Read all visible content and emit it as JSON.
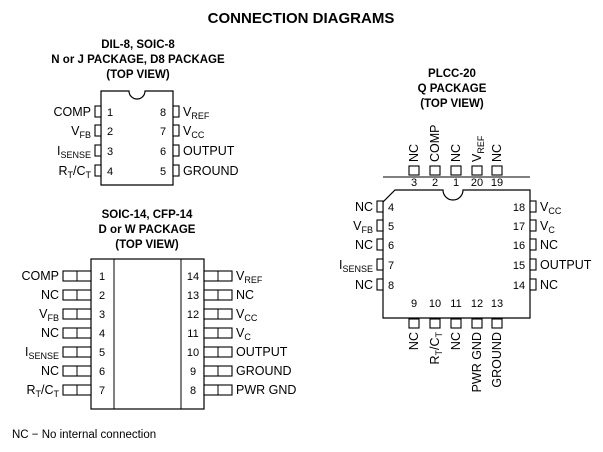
{
  "title": "CONNECTION DIAGRAMS",
  "footnote": "NC − No internal connection",
  "dil8": {
    "heading": [
      "DIL-8, SOIC-8",
      "N or J PACKAGE, D8 PACKAGE",
      "(TOP VIEW)"
    ],
    "left": [
      {
        "num": "1",
        "label": "COMP"
      },
      {
        "num": "2",
        "label": "V",
        "sub": "FB"
      },
      {
        "num": "3",
        "label": "I",
        "sub": "SENSE"
      },
      {
        "num": "4",
        "label": "R",
        "sub": "T",
        "mid": "/C",
        "sub2": "T"
      }
    ],
    "right": [
      {
        "num": "8",
        "label": "V",
        "sub": "REF"
      },
      {
        "num": "7",
        "label": "V",
        "sub": "CC"
      },
      {
        "num": "6",
        "label": "OUTPUT"
      },
      {
        "num": "5",
        "label": "GROUND"
      }
    ]
  },
  "soic14": {
    "heading": [
      "SOIC-14, CFP-14",
      "D or W PACKAGE",
      "(TOP VIEW)"
    ],
    "left": [
      {
        "num": "1",
        "label": "COMP"
      },
      {
        "num": "2",
        "label": "NC"
      },
      {
        "num": "3",
        "label": "V",
        "sub": "FB"
      },
      {
        "num": "4",
        "label": "NC"
      },
      {
        "num": "5",
        "label": "I",
        "sub": "SENSE"
      },
      {
        "num": "6",
        "label": "NC"
      },
      {
        "num": "7",
        "label": "R",
        "sub": "T",
        "mid": "/C",
        "sub2": "T"
      }
    ],
    "right": [
      {
        "num": "14",
        "label": "V",
        "sub": "REF"
      },
      {
        "num": "13",
        "label": "NC"
      },
      {
        "num": "12",
        "label": "V",
        "sub": "CC"
      },
      {
        "num": "11",
        "label": "V",
        "sub": "C"
      },
      {
        "num": "10",
        "label": "OUTPUT"
      },
      {
        "num": "9",
        "label": "GROUND"
      },
      {
        "num": "8",
        "label": "PWR GND"
      }
    ]
  },
  "plcc20": {
    "heading": [
      "PLCC-20",
      "Q PACKAGE",
      "(TOP VIEW)"
    ],
    "top": [
      {
        "num": "3",
        "label": "NC"
      },
      {
        "num": "2",
        "label": "COMP"
      },
      {
        "num": "1",
        "label": "NC"
      },
      {
        "num": "20",
        "label": "V",
        "sub": "REF"
      },
      {
        "num": "19",
        "label": "NC"
      }
    ],
    "left": [
      {
        "num": "4",
        "label": "NC"
      },
      {
        "num": "5",
        "label": "V",
        "sub": "FB"
      },
      {
        "num": "6",
        "label": "NC"
      },
      {
        "num": "7",
        "label": "I",
        "sub": "SENSE"
      },
      {
        "num": "8",
        "label": "NC"
      }
    ],
    "right": [
      {
        "num": "18",
        "label": "V",
        "sub": "CC"
      },
      {
        "num": "17",
        "label": "V",
        "sub": "C"
      },
      {
        "num": "16",
        "label": "NC"
      },
      {
        "num": "15",
        "label": "OUTPUT"
      },
      {
        "num": "14",
        "label": "NC"
      }
    ],
    "bottom": [
      {
        "num": "9",
        "label": "NC"
      },
      {
        "num": "10",
        "label": "R",
        "sub": "T",
        "mid": "/C",
        "sub2": "T"
      },
      {
        "num": "11",
        "label": "NC"
      },
      {
        "num": "12",
        "label": "PWR GND"
      },
      {
        "num": "13",
        "label": "GROUND"
      }
    ]
  }
}
